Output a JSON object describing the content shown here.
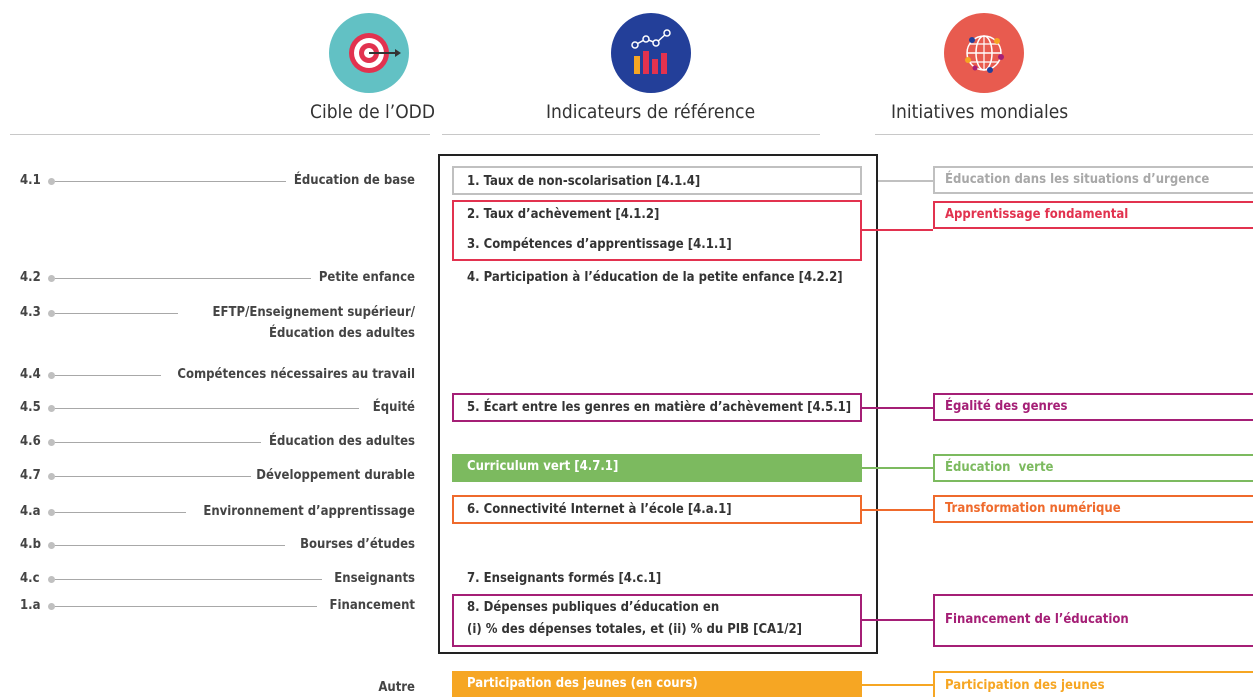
{
  "colors": {
    "grey": "#c0c0c0",
    "red": "#e2324f",
    "purple": "#a51f76",
    "green": "#7cba5f",
    "orange": "#ef6a2c",
    "amber": "#f6a623",
    "frame": "#222222"
  },
  "header": {
    "col1": {
      "title": "Cible de l’ODD",
      "icon": "target-icon",
      "icon_bg": "#62c1c4"
    },
    "col2": {
      "title": "Indicateurs de référence",
      "icon": "bar-line-chart-icon",
      "icon_bg": "#233f99"
    },
    "col3": {
      "title": "Initiatives mondiales",
      "icon": "globe-network-icon",
      "icon_bg": "#e85b4f"
    }
  },
  "targets": [
    {
      "code": "4.1",
      "label": "Éducation de base"
    },
    {
      "code": "4.2",
      "label": "Petite enfance"
    },
    {
      "code": "4.3",
      "label_line1": "EFTP/Enseignement supérieur/",
      "label_line2": "Éducation des adultes"
    },
    {
      "code": "4.4",
      "label": "Compétences nécessaires au travail"
    },
    {
      "code": "4.5",
      "label": "Équité"
    },
    {
      "code": "4.6",
      "label": "Éducation des adultes"
    },
    {
      "code": "4.7",
      "label": "Développement durable"
    },
    {
      "code": "4.a",
      "label": "Environnement d’apprentissage"
    },
    {
      "code": "4.b",
      "label": "Bourses d’études"
    },
    {
      "code": "4.c",
      "label": "Enseignants"
    },
    {
      "code": "1.a",
      "label": "Financement"
    }
  ],
  "other_label": "Autre",
  "indicators": {
    "ind1": "1. Taux de non-scolarisation [4.1.4]",
    "ind2": "2. Taux d’achèvement [4.1.2]",
    "ind3": "3. Compétences d’apprentissage [4.1.1]",
    "ind4": "4. Participation à l’éducation de la petite enfance [4.2.2]",
    "ind5": "5. Écart entre les genres en matière d’achèvement [4.5.1]",
    "green_curriculum": "Curriculum vert [4.7.1]",
    "ind6": "6. Connectivité Internet à l’école [4.a.1]",
    "ind7": "7. Enseignants formés [4.c.1]",
    "ind8_line1": "8. Dépenses publiques d’éducation en",
    "ind8_line2": "(i) % des dépenses totales, et (ii) % du PIB [CA1/2]",
    "youth": "Participation des jeunes (en cours)"
  },
  "initiatives": {
    "emergencies": "Éducation dans les situations d’urgence",
    "foundational": "Apprentissage fondamental",
    "gender": "Égalité des genres",
    "green": "Éducation  verte",
    "digital": "Transformation numérique",
    "financing": "Financement de l’éducation",
    "youth": "Participation des jeunes"
  }
}
